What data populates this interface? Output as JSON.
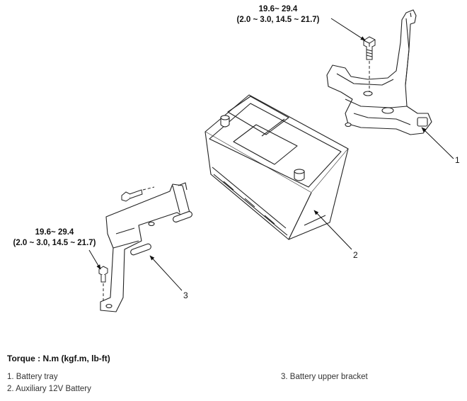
{
  "diagram": {
    "torque_top": {
      "line1": "19.6~ 29.4",
      "line2": "(2.0 ~ 3.0, 14.5 ~ 21.7)"
    },
    "torque_left": {
      "line1": "19.6~ 29.4",
      "line2": "(2.0 ~ 3.0, 14.5 ~ 21.7)"
    },
    "callouts": [
      "1",
      "2",
      "3"
    ]
  },
  "footer": {
    "torque_units": "Torque : N.m (kgf.m, lb-ft)",
    "legend": [
      "1. Battery tray",
      "2. Auxiliary 12V Battery",
      "3. Battery upper bracket"
    ]
  }
}
